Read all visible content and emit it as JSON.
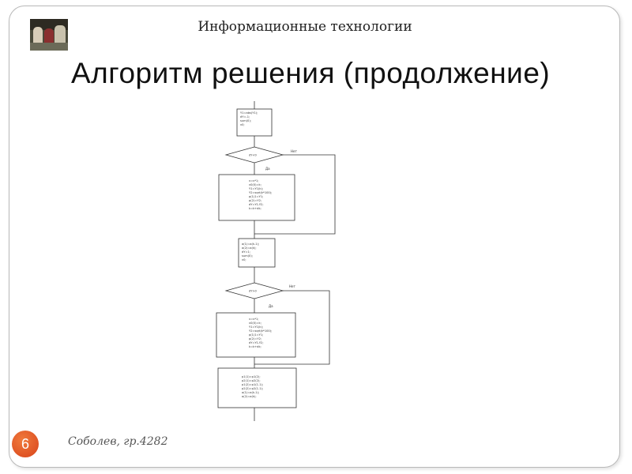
{
  "slide": {
    "header": "Информационные технологии",
    "title": "Алгоритм решения (продолжение)",
    "page_number": "6",
    "footer": "Соболев, гр.4282",
    "colors": {
      "badge": "#e0531f",
      "border": "#b9b9b9"
    }
  },
  "flowchart": {
    "block1": [
      "Y1=abs(Y1);",
      "dY=-1;",
      "sum(0);",
      "v0;"
    ],
    "decision1": "dY<0",
    "decision1_no": "Нет",
    "decision1_yes": "Да",
    "block2": [
      "v=v*1;",
      "v0(0)=k;",
      "Y1=Y1(k);",
      "Y2=sqrt(k*100);",
      "p(1)1=Y1;",
      "p(2)=Y2;",
      "dY=Y1-Y2;",
      "k=k+dk;"
    ],
    "block3": [
      "a(1)=a(k-1);",
      "a(2)=a(k);",
      "dY=1;",
      "sum(0);",
      "v0;"
    ],
    "decision2": "dY>0",
    "decision2_no": "Нет",
    "decision2_yes": "Да",
    "block4": [
      "v=v*1;",
      "v0(0)=k;",
      "Y1=Y1(k);",
      "Y2=sqrt(k*100);",
      "p(1)1=Y1;",
      "p(2)=Y2;",
      "dY=Y1-Y2;",
      "k=k+dk;"
    ],
    "block5": [
      "p1(1)=p1(2);",
      "p2(1)=p2(2);",
      "p1(2)=p1(1-1);",
      "p2(2)=p2(1-1);",
      "a(1)=a(k-1);",
      "a(2)=a(k);"
    ]
  }
}
